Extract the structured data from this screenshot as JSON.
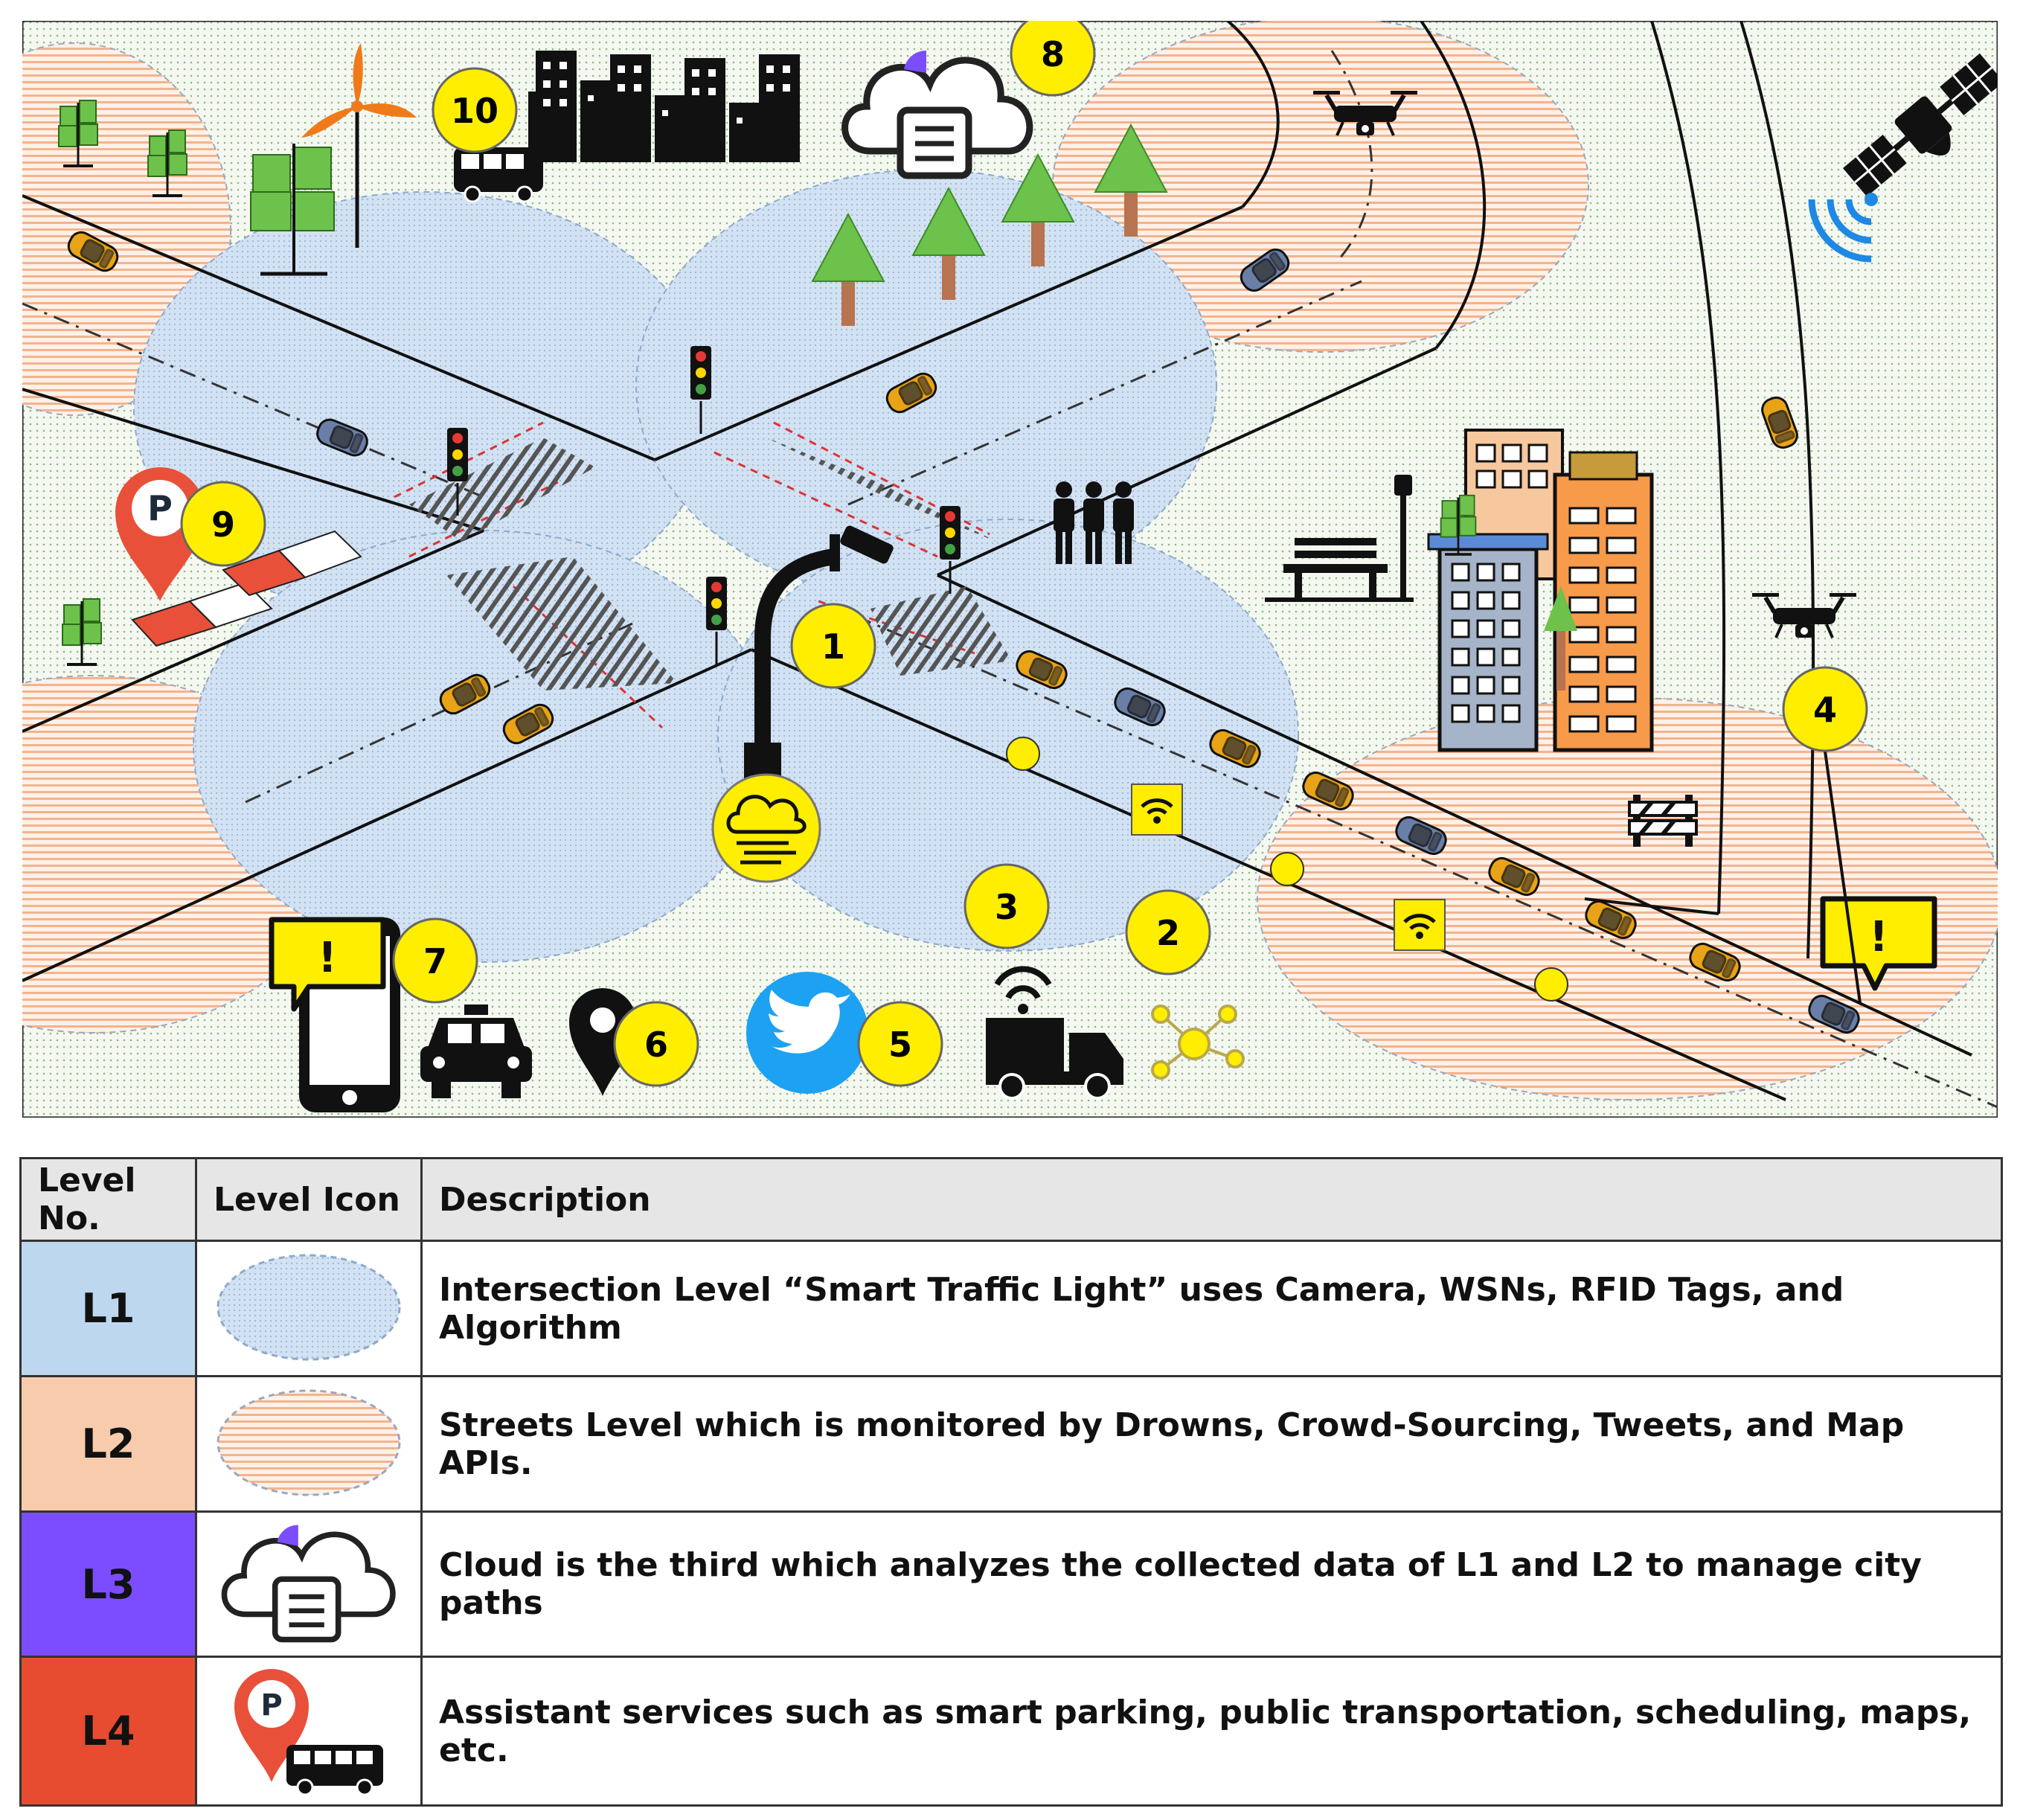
{
  "scene": {
    "badges": [
      {
        "label": "1"
      },
      {
        "label": "2"
      },
      {
        "label": "3"
      },
      {
        "label": "4"
      },
      {
        "label": "5"
      },
      {
        "label": "6"
      },
      {
        "label": "7"
      },
      {
        "label": "8"
      },
      {
        "label": "9"
      },
      {
        "label": "10"
      }
    ],
    "parking_letter": "P",
    "alert_mark": "!",
    "colors": {
      "l1_zone": "#cfe0f1",
      "l2_zone": "#f7cfb4",
      "badge": "#ffee00",
      "car_orange": "#e8a317",
      "car_blue": "#6a7fa8",
      "tree_green": "#6cc24a",
      "parking_red": "#e8503a"
    }
  },
  "legend": {
    "headers": {
      "level_no": "Level No.",
      "level_icon": "Level Icon",
      "description": "Description"
    },
    "rows": [
      {
        "level": "L1",
        "color": "#bdd7ee",
        "icon": "blue-dotted-ellipse-icon",
        "description": "Intersection Level “Smart Traffic Light” uses Camera, WSNs, RFID Tags, and Algorithm"
      },
      {
        "level": "L2",
        "color": "#f8cbad",
        "icon": "orange-striped-ellipse-icon",
        "description": "Streets Level which is monitored by Drowns, Crowd-Sourcing, Tweets, and Map APIs."
      },
      {
        "level": "L3",
        "color": "#7c4dff",
        "icon": "cloud-icon",
        "description": "Cloud is the third which analyzes the collected data of L1 and L2 to manage city paths"
      },
      {
        "level": "L4",
        "color": "#e84c30",
        "icon": "parking-bus-icon",
        "description": "Assistant services such as smart parking, public transportation, scheduling, maps, etc."
      }
    ]
  }
}
